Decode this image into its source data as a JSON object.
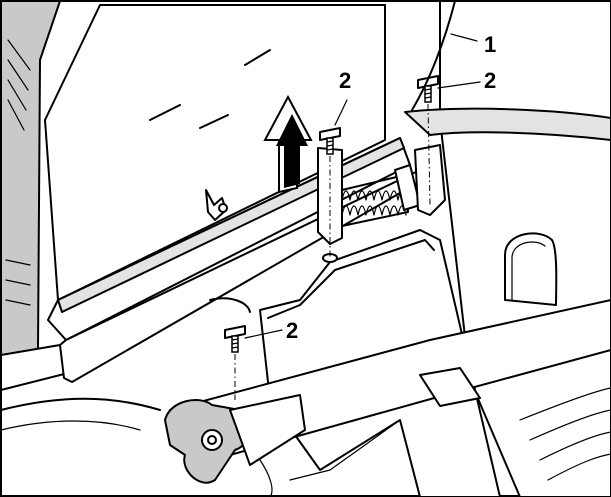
{
  "callouts": [
    {
      "id": "1",
      "label": "1"
    },
    {
      "id": "2a",
      "label": "2"
    },
    {
      "id": "2b",
      "label": "2"
    },
    {
      "id": "2c",
      "label": "2"
    }
  ],
  "colors": {
    "line": "#000000",
    "shade": "#c9c9c9",
    "background": "#ffffff"
  },
  "icons": [
    "up-arrow-icon",
    "screw-icon",
    "spring-icon",
    "wing-nut-icon"
  ]
}
